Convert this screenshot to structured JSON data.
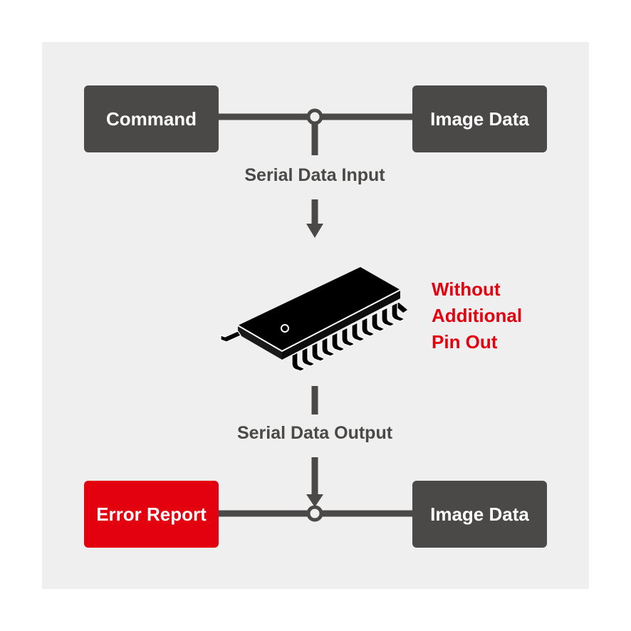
{
  "top": {
    "left_box": "Command",
    "right_box": "Image Data",
    "flow_label": "Serial Data Input"
  },
  "chip": {
    "icon": "ic-chip-icon",
    "note_lines": [
      "Without",
      "Additional",
      "Pin Out"
    ]
  },
  "bottom": {
    "flow_label": "Serial Data Output",
    "left_box": "Error Report",
    "right_box": "Image Data"
  },
  "colors": {
    "dark": "#4a4948",
    "accent_red": "#e3000f",
    "panel_bg": "#efefef"
  }
}
